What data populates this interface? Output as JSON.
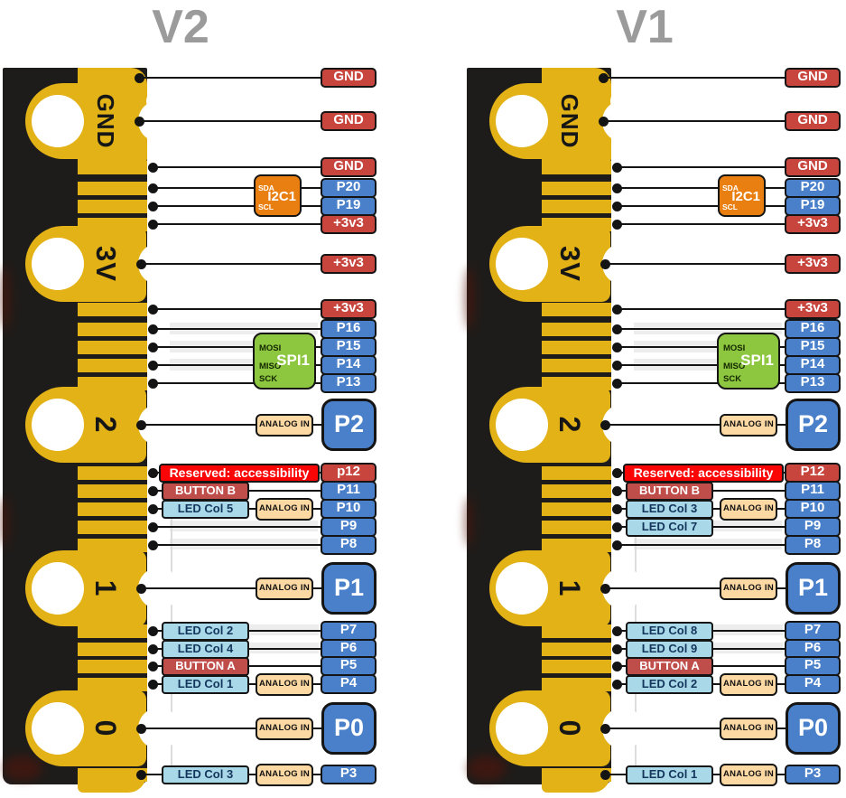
{
  "diagram_title": "micro:bit edge connector pinout comparison",
  "colors": {
    "pcb_black": "#1e1c1a",
    "gold": "#e2b217",
    "power_red": "#c8453e",
    "gpio_blue": "#4a80c9",
    "reserved_red": "#fa0505",
    "button_red": "#bf4e4b",
    "led_cyan": "#a9d8e8",
    "analog_peach": "#fcd8a2",
    "i2c_orange": "#e97f10",
    "spi_green": "#8dc63f",
    "title_gray": "#9b9b9b",
    "wire": "#141414"
  },
  "halves": [
    {
      "title": "V2",
      "edge_labels": [
        "GND",
        "3V",
        "2",
        "1",
        "0"
      ],
      "i2c": {
        "label": "I2C1",
        "sda": "SDA",
        "scl": "SCL"
      },
      "spi": {
        "label": "SPI1",
        "mosi": "MOSI",
        "miso": "MISO",
        "sck": "SCK"
      },
      "rows": [
        {
          "pin": "GND",
          "type": "power"
        },
        {
          "pin": "GND",
          "type": "power"
        },
        {
          "pin": "GND",
          "type": "power"
        },
        {
          "pin": "P20",
          "type": "gpio"
        },
        {
          "pin": "P19",
          "type": "gpio"
        },
        {
          "pin": "+3v3",
          "type": "power"
        },
        {
          "pin": "+3v3",
          "type": "power"
        },
        {
          "pin": "+3v3",
          "type": "power"
        },
        {
          "pin": "P16",
          "type": "gpio"
        },
        {
          "pin": "P15",
          "type": "gpio"
        },
        {
          "pin": "P14",
          "type": "gpio"
        },
        {
          "pin": "P13",
          "type": "gpio"
        },
        {
          "pin": "P2",
          "type": "gpio",
          "big": true,
          "analog": "ANALOG IN"
        },
        {
          "pin": "p12",
          "type": "power",
          "reserved": "Reserved: accessibility"
        },
        {
          "pin": "P11",
          "type": "gpio",
          "button": "BUTTON B"
        },
        {
          "pin": "P10",
          "type": "gpio",
          "led": "LED Col 5",
          "analog": "ANALOG IN"
        },
        {
          "pin": "P9",
          "type": "gpio"
        },
        {
          "pin": "P8",
          "type": "gpio"
        },
        {
          "pin": "P1",
          "type": "gpio",
          "big": true,
          "analog": "ANALOG IN"
        },
        {
          "pin": "P7",
          "type": "gpio",
          "led": "LED Col 2"
        },
        {
          "pin": "P6",
          "type": "gpio",
          "led": "LED Col 4"
        },
        {
          "pin": "P5",
          "type": "gpio",
          "button": "BUTTON A"
        },
        {
          "pin": "P4",
          "type": "gpio",
          "led": "LED Col 1",
          "analog": "ANALOG IN"
        },
        {
          "pin": "P0",
          "type": "gpio",
          "big": true,
          "analog": "ANALOG IN"
        },
        {
          "pin": "P3",
          "type": "gpio",
          "led": "LED Col 3",
          "analog": "ANALOG IN"
        }
      ]
    },
    {
      "title": "V1",
      "edge_labels": [
        "GND",
        "3V",
        "2",
        "1",
        "0"
      ],
      "i2c": {
        "label": "I2C1",
        "sda": "SDA",
        "scl": "SCL"
      },
      "spi": {
        "label": "SPI1",
        "mosi": "MOSI",
        "miso": "MISO",
        "sck": "SCK"
      },
      "rows": [
        {
          "pin": "GND",
          "type": "power"
        },
        {
          "pin": "GND",
          "type": "power"
        },
        {
          "pin": "GND",
          "type": "power"
        },
        {
          "pin": "P20",
          "type": "gpio"
        },
        {
          "pin": "P19",
          "type": "gpio"
        },
        {
          "pin": "+3v3",
          "type": "power"
        },
        {
          "pin": "+3v3",
          "type": "power"
        },
        {
          "pin": "+3v3",
          "type": "power"
        },
        {
          "pin": "P16",
          "type": "gpio"
        },
        {
          "pin": "P15",
          "type": "gpio"
        },
        {
          "pin": "P14",
          "type": "gpio"
        },
        {
          "pin": "P13",
          "type": "gpio"
        },
        {
          "pin": "P2",
          "type": "gpio",
          "big": true,
          "analog": "ANALOG IN"
        },
        {
          "pin": "P12",
          "type": "power",
          "reserved": "Reserved: accessibility"
        },
        {
          "pin": "P11",
          "type": "gpio",
          "button": "BUTTON B"
        },
        {
          "pin": "P10",
          "type": "gpio",
          "led": "LED Col 3",
          "analog": "ANALOG IN"
        },
        {
          "pin": "P9",
          "type": "gpio",
          "led": "LED Col 7"
        },
        {
          "pin": "P8",
          "type": "gpio"
        },
        {
          "pin": "P1",
          "type": "gpio",
          "big": true,
          "analog": "ANALOG IN"
        },
        {
          "pin": "P7",
          "type": "gpio",
          "led": "LED Col 8"
        },
        {
          "pin": "P6",
          "type": "gpio",
          "led": "LED Col 9"
        },
        {
          "pin": "P5",
          "type": "gpio",
          "button": "BUTTON A"
        },
        {
          "pin": "P4",
          "type": "gpio",
          "led": "LED Col 2",
          "analog": "ANALOG IN"
        },
        {
          "pin": "P0",
          "type": "gpio",
          "big": true,
          "analog": "ANALOG IN"
        },
        {
          "pin": "P3",
          "type": "gpio",
          "led": "LED Col 1",
          "analog": "ANALOG IN"
        }
      ]
    }
  ]
}
